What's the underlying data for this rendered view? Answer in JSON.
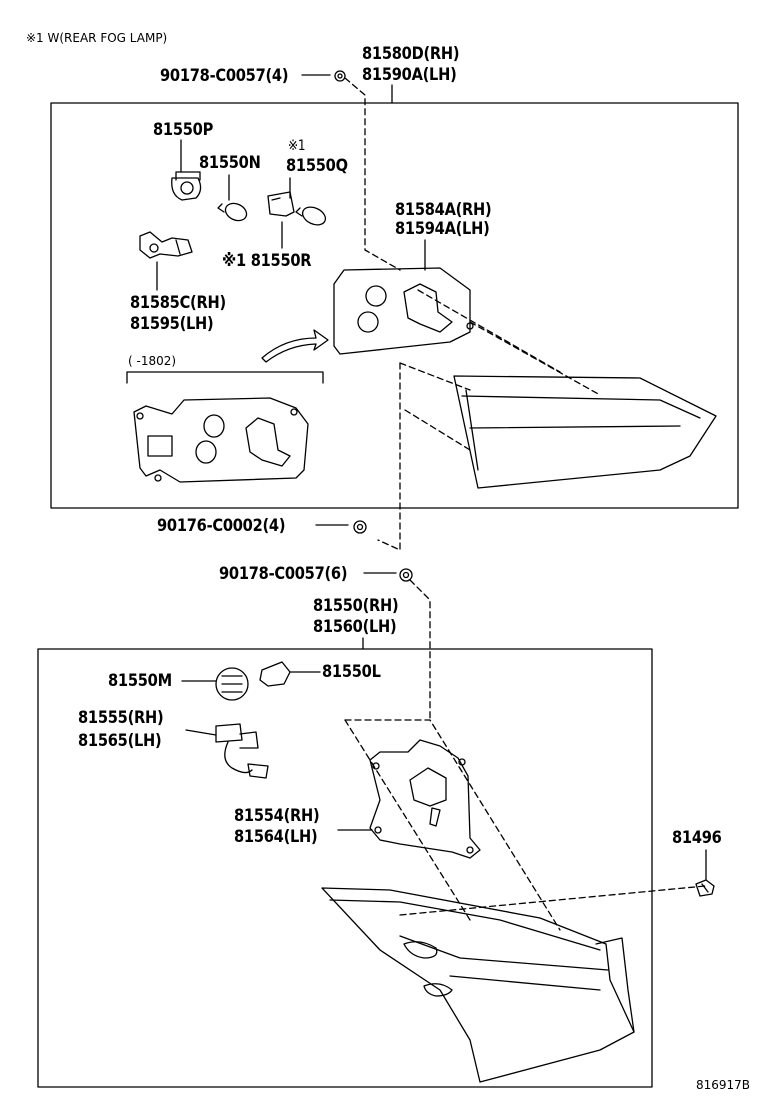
{
  "note": "※1 W(REAR FOG LAMP)",
  "labels": {
    "bolt_top": "90178-C0057(4)",
    "assy_top_rh": "81580D(RH)",
    "assy_top_lh": "81590A(LH)",
    "p": "81550P",
    "n": "81550N",
    "q_mark": "※1",
    "q": "81550Q",
    "r": "※1 81550R",
    "gasket_rh": "81584A(RH)",
    "gasket_lh": "81594A(LH)",
    "socket_rh": "81585C(RH)",
    "socket_lh": "81595(LH)",
    "date_range": "(      -1802)",
    "bolt_mid": "90176-C0002(4)",
    "bolt_low": "90178-C0057(6)",
    "assy_low_rh": "81550(RH)",
    "assy_low_lh": "81560(LH)",
    "m": "81550M",
    "l": "81550L",
    "wire_rh": "81555(RH)",
    "wire_lh": "81565(LH)",
    "gasket2_rh": "81554(RH)",
    "gasket2_lh": "81564(LH)",
    "clip": "81496",
    "diagram_id": "816917B"
  }
}
